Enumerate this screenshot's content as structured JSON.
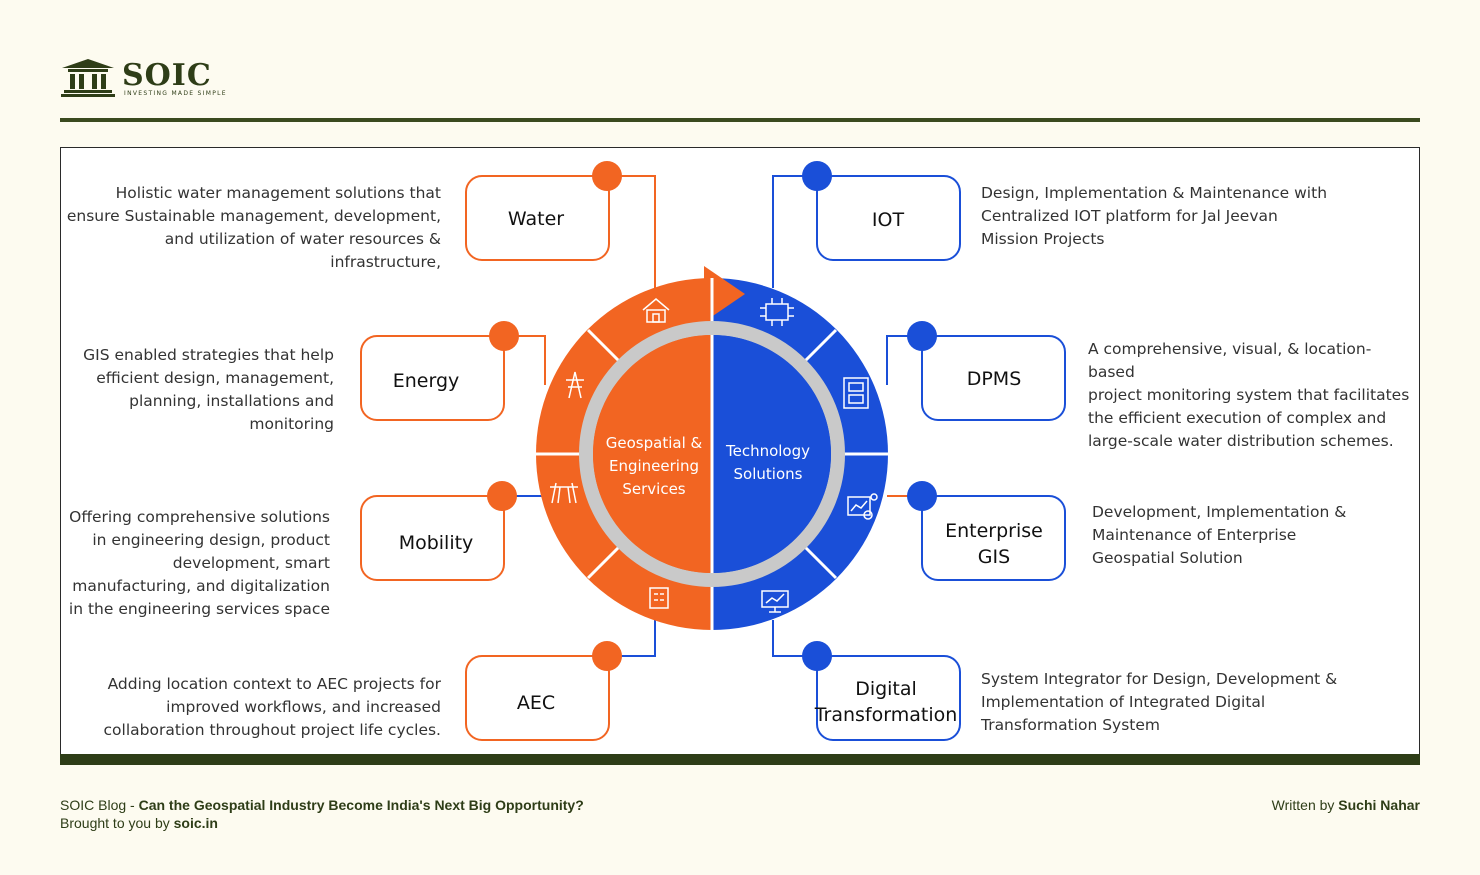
{
  "brand": {
    "name": "SOIC",
    "tagline": "INVESTING MADE SIMPLE",
    "emblem_text": "SOIC"
  },
  "colors": {
    "orange": "#f26522",
    "blue": "#1a4fd8",
    "brand_green": "#2e3d17",
    "background": "#fdfbf0"
  },
  "diagram": {
    "left_half": {
      "label": "Geospatial & Engineering Services",
      "lines": [
        "Geospatial &",
        "Engineering",
        "Services"
      ]
    },
    "right_half": {
      "label": "Technology Solutions",
      "lines": [
        "Technology",
        "Solutions"
      ]
    },
    "left_boxes": [
      {
        "title": "Water",
        "icon": "house-water-icon",
        "description": [
          "Holistic water management solutions that",
          "ensure Sustainable  management, development,",
          "and utilization of water resources &",
          "infrastructure,"
        ]
      },
      {
        "title": "Energy",
        "icon": "power-tower-icon",
        "description": [
          "GIS enabled strategies that help",
          "efficient design, management,",
          "planning, installations and",
          "monitoring"
        ]
      },
      {
        "title": "Mobility",
        "icon": "railway-icon",
        "description": [
          "Offering comprehensive solutions",
          "in  engineering design, product",
          "development, smart",
          "manufacturing, and digitalization",
          "in the engineering services space"
        ]
      },
      {
        "title": "AEC",
        "icon": "building-icon",
        "description": [
          "Adding location context to AEC projects for",
          "improved workflows, and increased",
          "collaboration throughout project life cycles."
        ]
      }
    ],
    "right_boxes": [
      {
        "title": "IOT",
        "icon": "iot-chip-icon",
        "description": [
          "Design, Implementation & Maintenance with",
          "Centralized IOT platform for Jal Jeevan",
          "Mission Projects"
        ]
      },
      {
        "title": "DPMS",
        "icon": "dashboard-icon",
        "description": [
          "A comprehensive, visual, & location-based",
          "project monitoring system that facilitates",
          "the efficient execution of complex and",
          "large-scale water distribution schemes."
        ]
      },
      {
        "title_lines": [
          "Enterprise",
          "GIS"
        ],
        "icon": "analytics-icon",
        "description": [
          "Development, Implementation &",
          "Maintenance of Enterprise",
          "Geospatial Solution"
        ]
      },
      {
        "title_lines": [
          "Digital",
          "Transformation"
        ],
        "icon": "digital-monitor-icon",
        "description": [
          "System Integrator for Design, Development &",
          "Implementation of Integrated Digital",
          "Transformation System"
        ]
      }
    ]
  },
  "footer": {
    "blog_prefix": "SOIC Blog - ",
    "blog_title": "Can the Geospatial Industry Become India's Next Big Opportunity?",
    "brought_prefix": "Brought to you by ",
    "brought_site": "soic.in",
    "author_prefix": "Written by ",
    "author": "Suchi Nahar"
  }
}
